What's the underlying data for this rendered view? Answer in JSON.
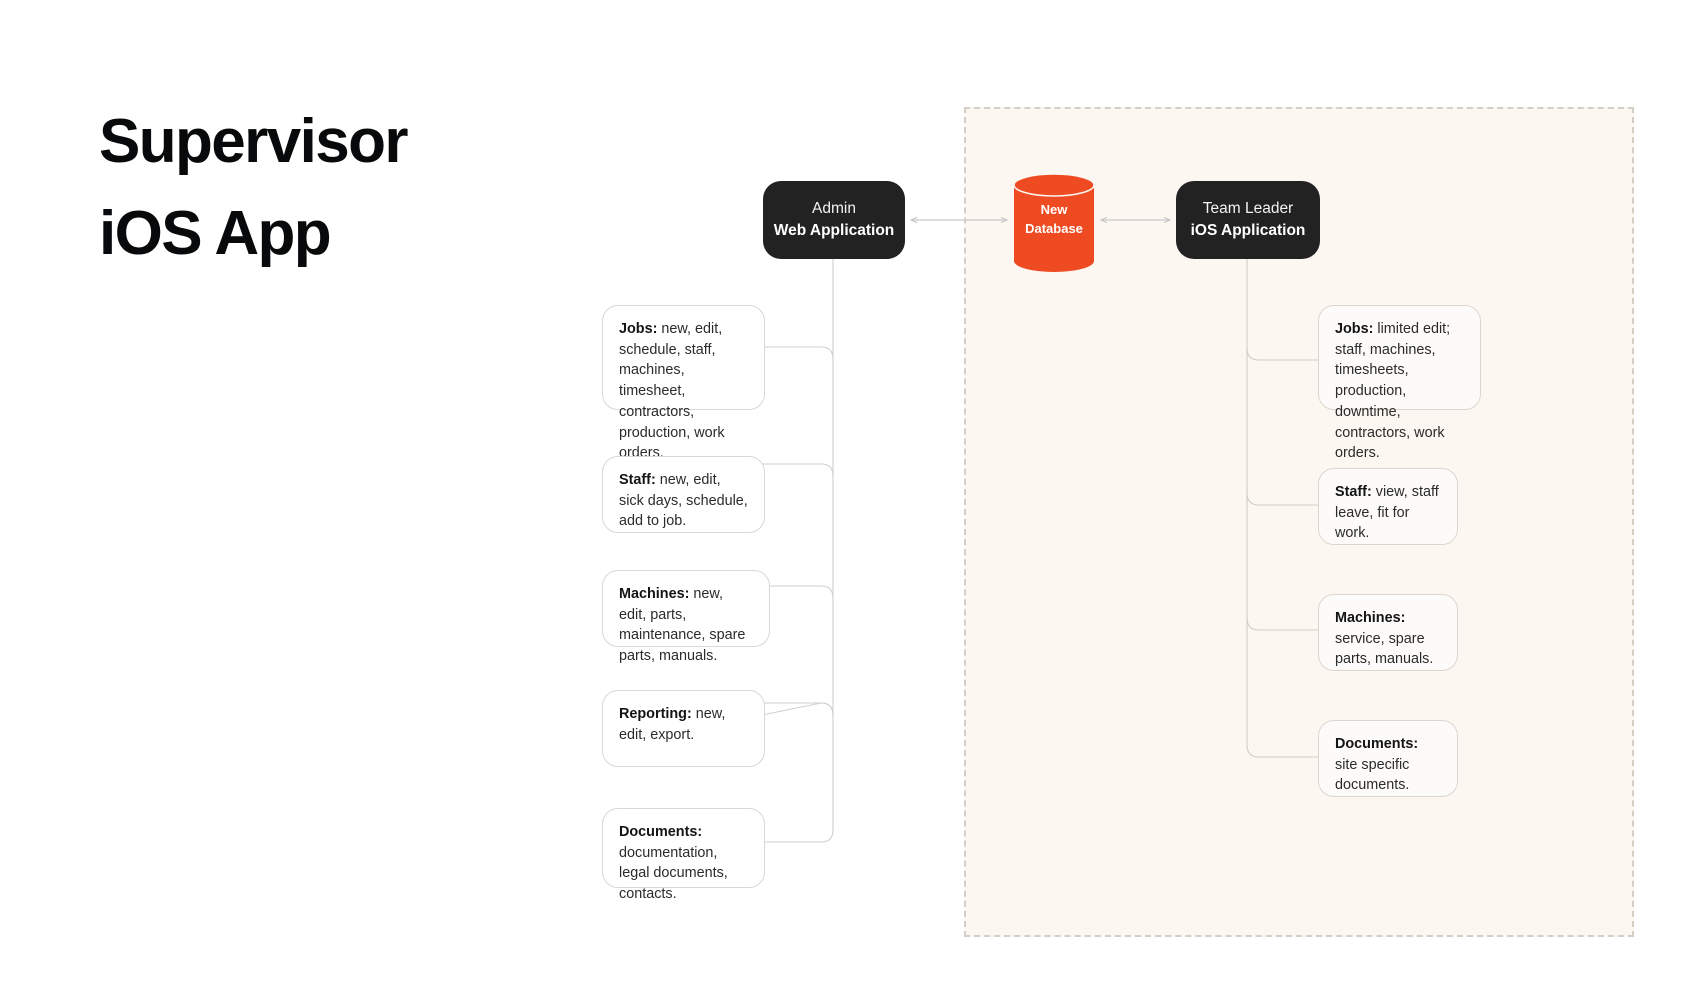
{
  "title": {
    "line1": "Supervisor",
    "line2": "iOS App"
  },
  "colors": {
    "accent_orange": "#ef4b23",
    "node_dark": "#222222",
    "scope_fill": "#fdf7f2",
    "scope_border": "#d4cec7",
    "connector": "#c9c9c9"
  },
  "nodes": {
    "admin": {
      "role": "Admin",
      "platform": "Web Application"
    },
    "database": {
      "line1": "New",
      "line2": "Database"
    },
    "team_leader": {
      "role": "Team Leader",
      "platform": "iOS Application"
    }
  },
  "admin_features": [
    {
      "label": "Jobs:",
      "detail": " new, edit, schedule, staff, machines, timesheet, contractors, production, work orders."
    },
    {
      "label": "Staff:",
      "detail": " new, edit, sick days, schedule, add to job."
    },
    {
      "label": "Machines:",
      "detail": " new, edit, parts, maintenance, spare parts, manuals."
    },
    {
      "label": "Reporting:",
      "detail": " new, edit, export."
    },
    {
      "label": "Documents:",
      "detail": " documentation, legal documents, contacts."
    }
  ],
  "team_leader_features": [
    {
      "label": "Jobs:",
      "detail": " limited edit; staff, machines, timesheets, production, downtime, contractors, work orders."
    },
    {
      "label": "Staff:",
      "detail": " view, staff leave, fit for work."
    },
    {
      "label": "Machines:",
      "detail": " service, spare parts, manuals."
    },
    {
      "label": "Documents:",
      "detail": " site specific documents."
    }
  ]
}
